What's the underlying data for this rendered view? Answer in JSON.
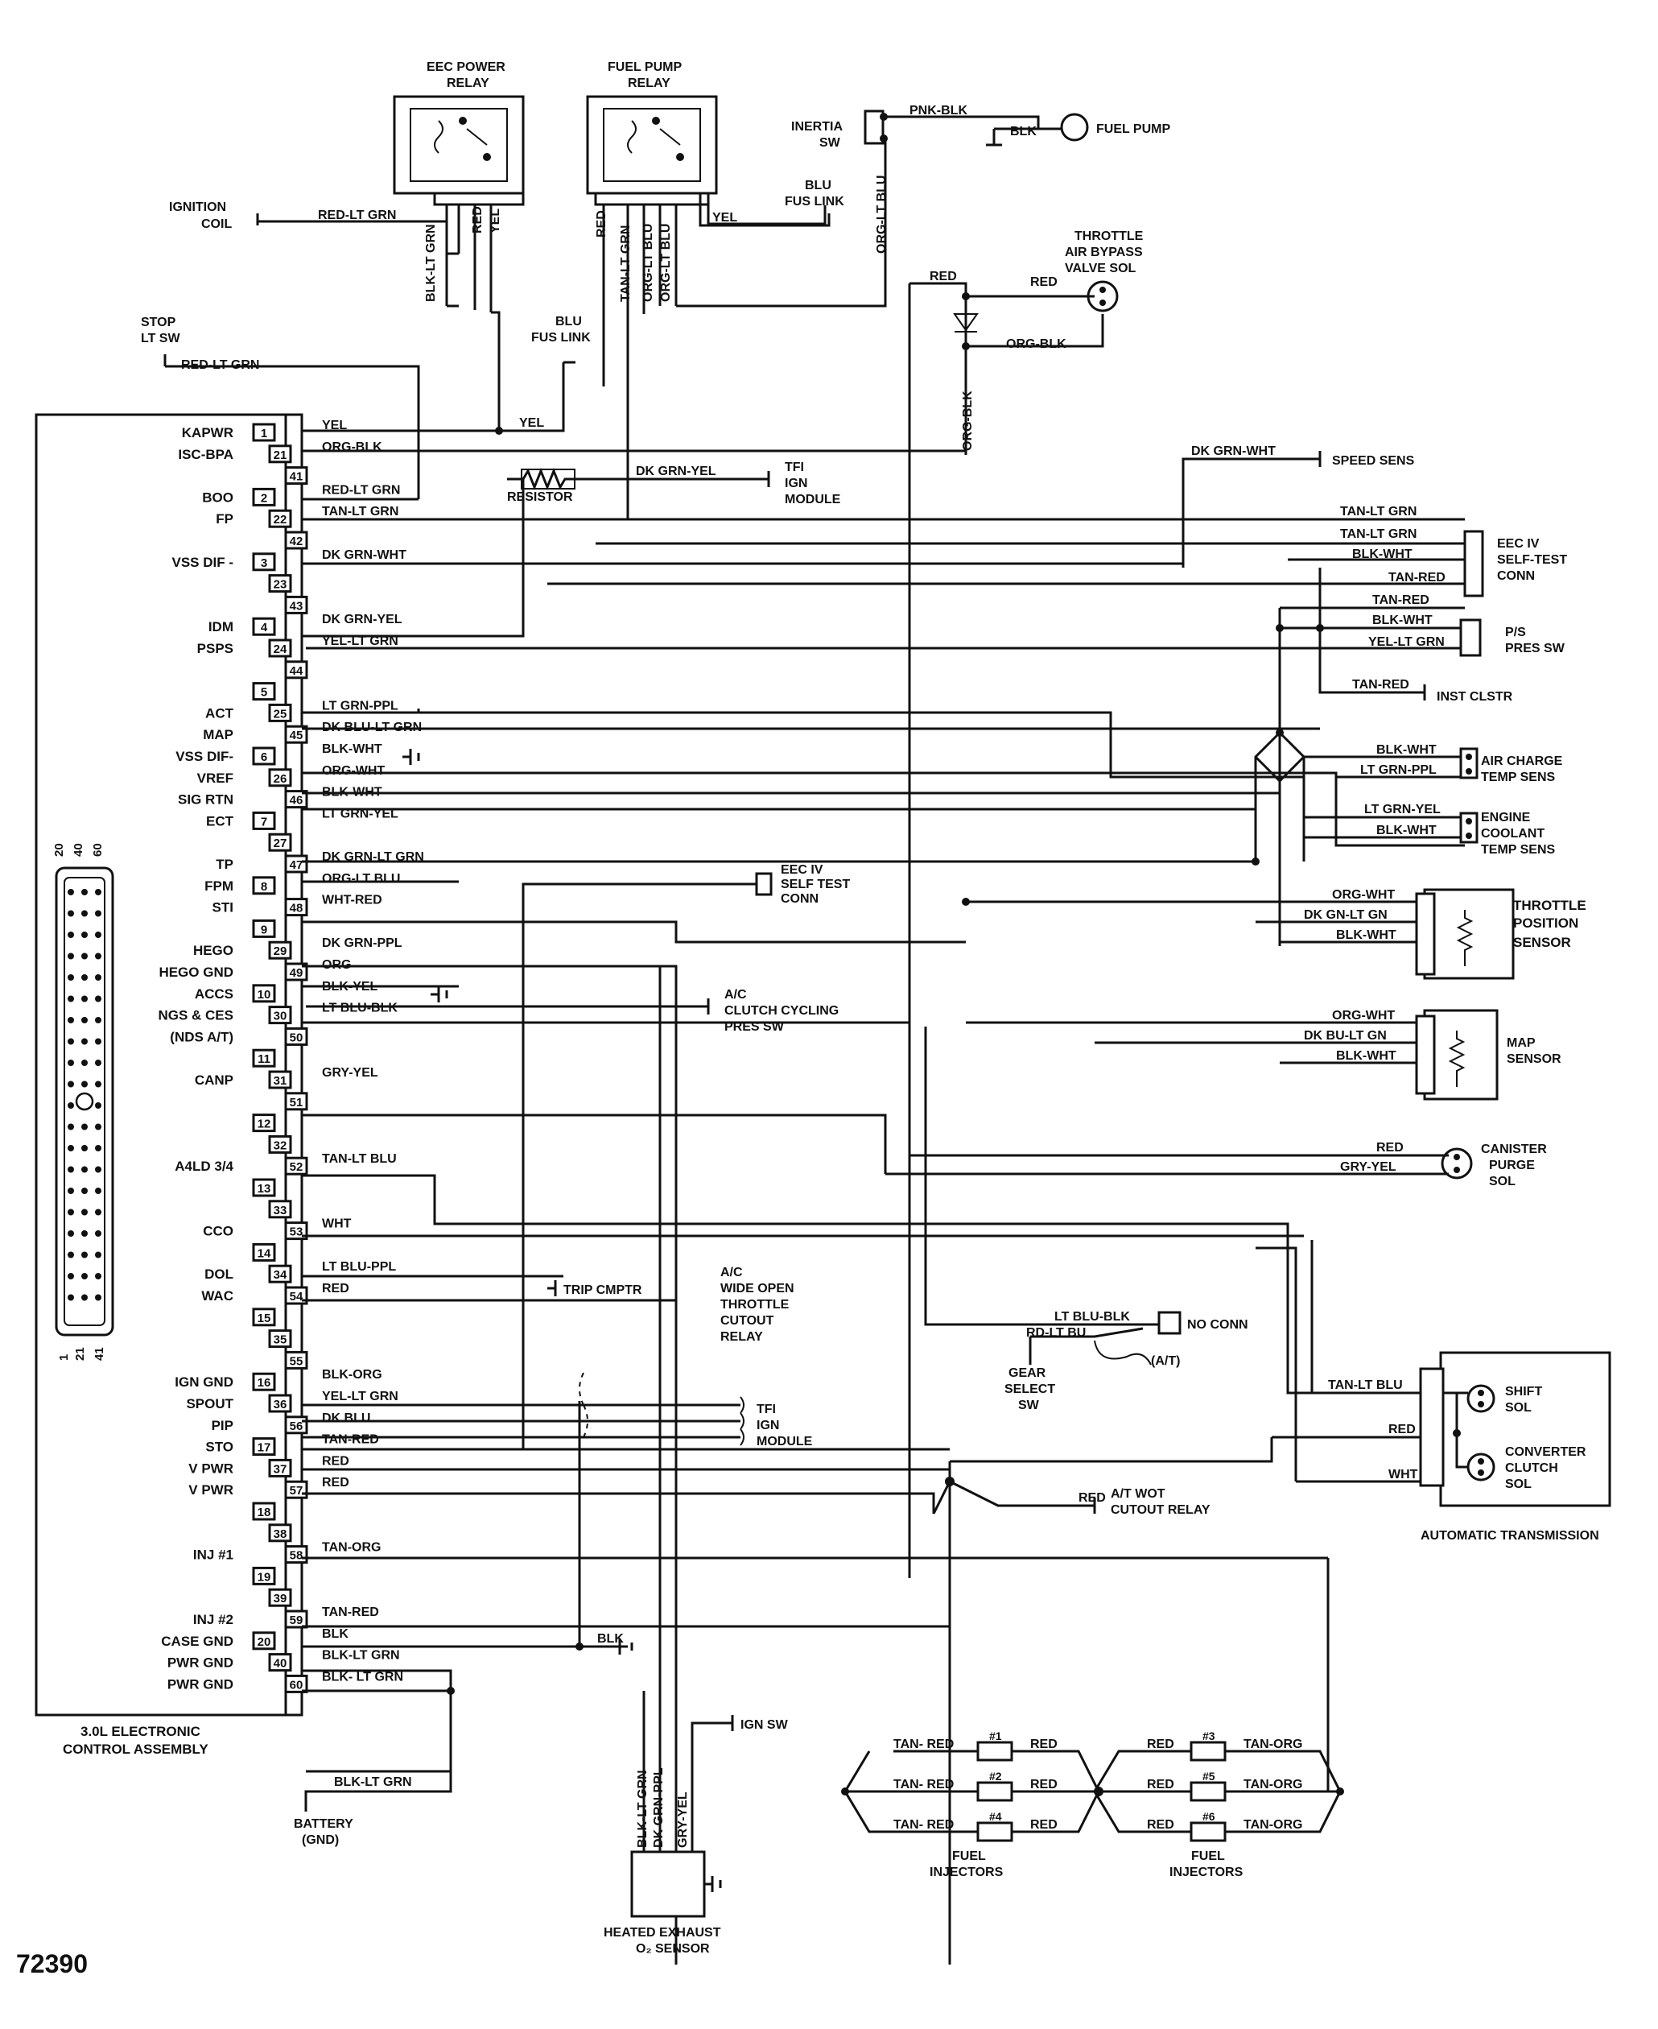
{
  "figure_id": "72390",
  "ecu": {
    "title_line1": "3.0L ELECTRONIC",
    "title_line2": "CONTROL ASSEMBLY",
    "connector_labels": [
      "20",
      "40",
      "60",
      "1",
      "21",
      "41"
    ],
    "pins": [
      {
        "label": "KAPWR",
        "a": "1",
        "b": "",
        "c": "",
        "wire": "YEL"
      },
      {
        "label": "ISC-BPA",
        "a": "",
        "b": "21",
        "c": "",
        "wire": "ORG-BLK"
      },
      {
        "label": "",
        "a": "",
        "b": "",
        "c": "41",
        "wire": ""
      },
      {
        "label": "BOO",
        "a": "2",
        "b": "",
        "c": "",
        "wire": "RED-LT GRN"
      },
      {
        "label": "FP",
        "a": "",
        "b": "22",
        "c": "",
        "wire": "TAN-LT GRN"
      },
      {
        "label": "",
        "a": "",
        "b": "",
        "c": "42",
        "wire": ""
      },
      {
        "label": "VSS DIF -",
        "a": "3",
        "b": "",
        "c": "",
        "wire": "DK GRN-WHT"
      },
      {
        "label": "",
        "a": "",
        "b": "23",
        "c": "",
        "wire": ""
      },
      {
        "label": "",
        "a": "",
        "b": "",
        "c": "43",
        "wire": ""
      },
      {
        "label": "IDM",
        "a": "4",
        "b": "",
        "c": "",
        "wire": "DK GRN-YEL"
      },
      {
        "label": "PSPS",
        "a": "",
        "b": "24",
        "c": "",
        "wire": "YEL-LT GRN"
      },
      {
        "label": "",
        "a": "",
        "b": "",
        "c": "44",
        "wire": ""
      },
      {
        "label": "",
        "a": "5",
        "b": "",
        "c": "",
        "wire": ""
      },
      {
        "label": "ACT",
        "a": "",
        "b": "25",
        "c": "",
        "wire": "LT GRN-PPL"
      },
      {
        "label": "MAP",
        "a": "",
        "b": "",
        "c": "45",
        "wire": "DK BLU-LT GRN"
      },
      {
        "label": "VSS DIF-",
        "a": "6",
        "b": "",
        "c": "",
        "wire": "BLK-WHT"
      },
      {
        "label": "VREF",
        "a": "",
        "b": "26",
        "c": "",
        "wire": "ORG-WHT"
      },
      {
        "label": "SIG RTN",
        "a": "",
        "b": "",
        "c": "46",
        "wire": "BLK-WHT"
      },
      {
        "label": "ECT",
        "a": "7",
        "b": "",
        "c": "",
        "wire": "LT GRN-YEL"
      },
      {
        "label": "",
        "a": "",
        "b": "27",
        "c": "",
        "wire": ""
      },
      {
        "label": "TP",
        "a": "",
        "b": "",
        "c": "47",
        "wire": "DK GRN-LT GRN"
      },
      {
        "label": "FPM",
        "a": "8",
        "b": "",
        "c": "",
        "wire": "ORG-LT BLU"
      },
      {
        "label": "STI",
        "a": "",
        "b": "",
        "c": "48",
        "wire": "WHT-RED"
      },
      {
        "label": "",
        "a": "9",
        "b": "",
        "c": "",
        "wire": ""
      },
      {
        "label": "HEGO",
        "a": "",
        "b": "29",
        "c": "",
        "wire": "DK GRN-PPL"
      },
      {
        "label": "HEGO GND",
        "a": "",
        "b": "",
        "c": "49",
        "wire": "ORG"
      },
      {
        "label": "ACCS",
        "a": "10",
        "b": "",
        "c": "",
        "wire": "BLK-YEL"
      },
      {
        "label": "NGS & CES",
        "a": "",
        "b": "30",
        "c": "",
        "wire": "LT BLU-BLK"
      },
      {
        "label": "(NDS A/T)",
        "a": "",
        "b": "",
        "c": "50",
        "wire": ""
      },
      {
        "label": "",
        "a": "11",
        "b": "",
        "c": "",
        "wire": ""
      },
      {
        "label": "CANP",
        "a": "",
        "b": "31",
        "c": "",
        "wire": "GRY-YEL"
      },
      {
        "label": "",
        "a": "",
        "b": "",
        "c": "51",
        "wire": ""
      },
      {
        "label": "",
        "a": "12",
        "b": "",
        "c": "",
        "wire": ""
      },
      {
        "label": "",
        "a": "",
        "b": "32",
        "c": "",
        "wire": ""
      },
      {
        "label": "A4LD 3/4",
        "a": "",
        "b": "",
        "c": "52",
        "wire": "TAN-LT BLU"
      },
      {
        "label": "",
        "a": "13",
        "b": "",
        "c": "",
        "wire": ""
      },
      {
        "label": "",
        "a": "",
        "b": "33",
        "c": "",
        "wire": ""
      },
      {
        "label": "CCO",
        "a": "",
        "b": "",
        "c": "53",
        "wire": "WHT"
      },
      {
        "label": "",
        "a": "14",
        "b": "",
        "c": "",
        "wire": ""
      },
      {
        "label": "DOL",
        "a": "",
        "b": "34",
        "c": "",
        "wire": "LT BLU-PPL"
      },
      {
        "label": "WAC",
        "a": "",
        "b": "",
        "c": "54",
        "wire": "RED"
      },
      {
        "label": "",
        "a": "15",
        "b": "",
        "c": "",
        "wire": ""
      },
      {
        "label": "",
        "a": "",
        "b": "35",
        "c": "",
        "wire": ""
      },
      {
        "label": "",
        "a": "",
        "b": "",
        "c": "55",
        "wire": ""
      },
      {
        "label": "IGN GND",
        "a": "16",
        "b": "",
        "c": "",
        "wire": "BLK-ORG"
      },
      {
        "label": "SPOUT",
        "a": "",
        "b": "36",
        "c": "",
        "wire": "YEL-LT GRN"
      },
      {
        "label": "PIP",
        "a": "",
        "b": "",
        "c": "56",
        "wire": "DK BLU"
      },
      {
        "label": "STO",
        "a": "17",
        "b": "",
        "c": "",
        "wire": "TAN-RED"
      },
      {
        "label": "V PWR",
        "a": "",
        "b": "37",
        "c": "",
        "wire": "RED"
      },
      {
        "label": "V PWR",
        "a": "",
        "b": "",
        "c": "57",
        "wire": "RED"
      },
      {
        "label": "",
        "a": "18",
        "b": "",
        "c": "",
        "wire": ""
      },
      {
        "label": "",
        "a": "",
        "b": "38",
        "c": "",
        "wire": ""
      },
      {
        "label": "INJ #1",
        "a": "",
        "b": "",
        "c": "58",
        "wire": "TAN-ORG"
      },
      {
        "label": "",
        "a": "19",
        "b": "",
        "c": "",
        "wire": ""
      },
      {
        "label": "",
        "a": "",
        "b": "39",
        "c": "",
        "wire": ""
      },
      {
        "label": "INJ #2",
        "a": "",
        "b": "",
        "c": "59",
        "wire": "TAN-RED"
      },
      {
        "label": "CASE GND",
        "a": "20",
        "b": "",
        "c": "",
        "wire": "BLK"
      },
      {
        "label": "PWR GND",
        "a": "",
        "b": "40",
        "c": "",
        "wire": "BLK-LT GRN"
      },
      {
        "label": "PWR GND",
        "a": "",
        "b": "",
        "c": "60",
        "wire": "BLK- LT GRN"
      }
    ]
  },
  "top": {
    "eec_relay_1": "EEC POWER",
    "eec_relay_2": "RELAY",
    "fp_relay_1": "FUEL PUMP",
    "fp_relay_2": "RELAY",
    "inertia_1": "INERTIA",
    "inertia_2": "SW",
    "pnk_blk": "PNK-BLK",
    "blk": "BLK",
    "fuel_pump": "FUEL PUMP",
    "blu_fus_1": "BLU",
    "blu_fus_2": "FUS LINK",
    "org_lt_blu": "ORG-LT BLU",
    "yel": "YEL",
    "ign_coil_1": "IGNITION",
    "ign_coil_2": "COIL",
    "red_lt_grn": "RED-LT GRN",
    "blk_lt_grn": "BLK-LT GRN",
    "red": "RED",
    "tan_lt_grn": "TAN-LT GRN",
    "org_lt_blu_a": "ORG-LT BLU",
    "org_lt_blu_b": "ORG-LT BLU",
    "throttle_1": "THROTTLE",
    "throttle_2": "AIR BYPASS",
    "throttle_3": "VALVE SOL",
    "org_blk": "ORG-BLK",
    "org_blk_v": "ORG-BLK",
    "stop_1": "STOP",
    "stop_2": "LT SW",
    "stop_wire": "RED-LT GRN",
    "blu_fus2_1": "BLU",
    "blu_fus2_2": "FUS LINK",
    "yel2": "YEL"
  },
  "middle": {
    "resistor": "RESISTOR",
    "dk_grn_yel": "DK GRN-YEL",
    "tfi_1": "TFI",
    "tfi_2": "IGN",
    "tfi_3": "MODULE",
    "dk_grn_wht": "DK GRN-WHT",
    "speed_sens": "SPEED SENS",
    "eec_self_1": "EEC IV",
    "eec_self_2": "SELF-TEST",
    "eec_self_3": "CONN",
    "tan_lt_grn_1": "TAN-LT GRN",
    "tan_lt_grn_2": "TAN-LT GRN",
    "blk_wht_1": "BLK-WHT",
    "tan_red_1": "TAN-RED",
    "tan_red_2": "TAN-RED",
    "blk_wht_2": "BLK-WHT",
    "yel_lt_grn": "YEL-LT GRN",
    "ps_1": "P/S",
    "ps_2": "PRES SW",
    "tan_red_3": "TAN-RED",
    "inst_clstr": "INST CLSTR",
    "blk_wht_3": "BLK-WHT",
    "lt_grn_ppl": "LT GRN-PPL",
    "air_charge_1": "AIR CHARGE",
    "air_charge_2": "TEMP SENS",
    "lt_grn_yel": "LT GRN-YEL",
    "blk_wht_4": "BLK-WHT",
    "ect_1": "ENGINE",
    "ect_2": "COOLANT",
    "ect_3": "TEMP SENS",
    "selftest2_1": "EEC IV",
    "selftest2_2": "SELF TEST",
    "selftest2_3": "CONN",
    "tps_org_wht": "ORG-WHT",
    "tps_dk_grn": "DK GN-LT GN",
    "tps_blk_wht": "BLK-WHT",
    "tps_1": "THROTTLE",
    "tps_2": "POSITION",
    "tps_3": "SENSOR",
    "ac_1": "A/C",
    "ac_2": "CLUTCH CYCLING",
    "ac_3": "PRES SW",
    "map_org_wht": "ORG-WHT",
    "map_dk_bu": "DK BU-LT GN",
    "map_blk_wht": "BLK-WHT",
    "map_1": "MAP",
    "map_2": "SENSOR",
    "can_red": "RED",
    "can_gry": "GRY-YEL",
    "can_1": "CANISTER",
    "can_2": "PURGE",
    "can_3": "SOL"
  },
  "lower": {
    "trip": "TRIP CMPTR",
    "wot_1": "A/C",
    "wot_2": "WIDE OPEN",
    "wot_3": "THROTTLE",
    "wot_4": "CUTOUT",
    "wot_5": "RELAY",
    "lt_blu_blk": "LT BLU-BLK",
    "rd_lt_bu": "RD-LT BU",
    "no_conn": "NO CONN",
    "at": "(A/T)",
    "gear_1": "GEAR",
    "gear_2": "SELECT",
    "gear_3": "SW",
    "tfi2_1": "TFI",
    "tfi2_2": "IGN",
    "tfi2_3": "MODULE",
    "tan_lt_blu": "TAN-LT BLU",
    "red": "RED",
    "wht": "WHT",
    "shift_1": "SHIFT",
    "shift_2": "SOL",
    "conv_1": "CONVERTER",
    "conv_2": "CLUTCH",
    "conv_3": "SOL",
    "auto_trans": "AUTOMATIC TRANSMISSION",
    "red2": "RED",
    "at_wot_1": "A/T WOT",
    "at_wot_2": "CUTOUT RELAY",
    "blk": "BLK",
    "ign_sw": "IGN SW",
    "blk_lt_grn": "BLK-LT GRN",
    "battery_1": "BATTERY",
    "battery_2": "(GND)",
    "o2_w1": "BLK-LT GRN",
    "o2_w2": "DK GRN-PPL",
    "o2_w3": "GRY-YEL",
    "o2_1": "HEATED EXHAUST",
    "o2_2": "O₂ SENSOR",
    "injectors_left": [
      {
        "wire_in": "TAN- RED",
        "num": "#1",
        "wire_out": "RED"
      },
      {
        "wire_in": "TAN- RED",
        "num": "#2",
        "wire_out": "RED"
      },
      {
        "wire_in": "TAN- RED",
        "num": "#4",
        "wire_out": "RED"
      }
    ],
    "injectors_right": [
      {
        "wire_in": "RED",
        "num": "#3",
        "wire_out": "TAN-ORG"
      },
      {
        "wire_in": "RED",
        "num": "#5",
        "wire_out": "TAN-ORG"
      },
      {
        "wire_in": "RED",
        "num": "#6",
        "wire_out": "TAN-ORG"
      }
    ],
    "fuel_inj_1": "FUEL",
    "fuel_inj_2": "INJECTORS",
    "fuel_inj2_1": "FUEL",
    "fuel_inj2_2": "INJECTORS"
  }
}
